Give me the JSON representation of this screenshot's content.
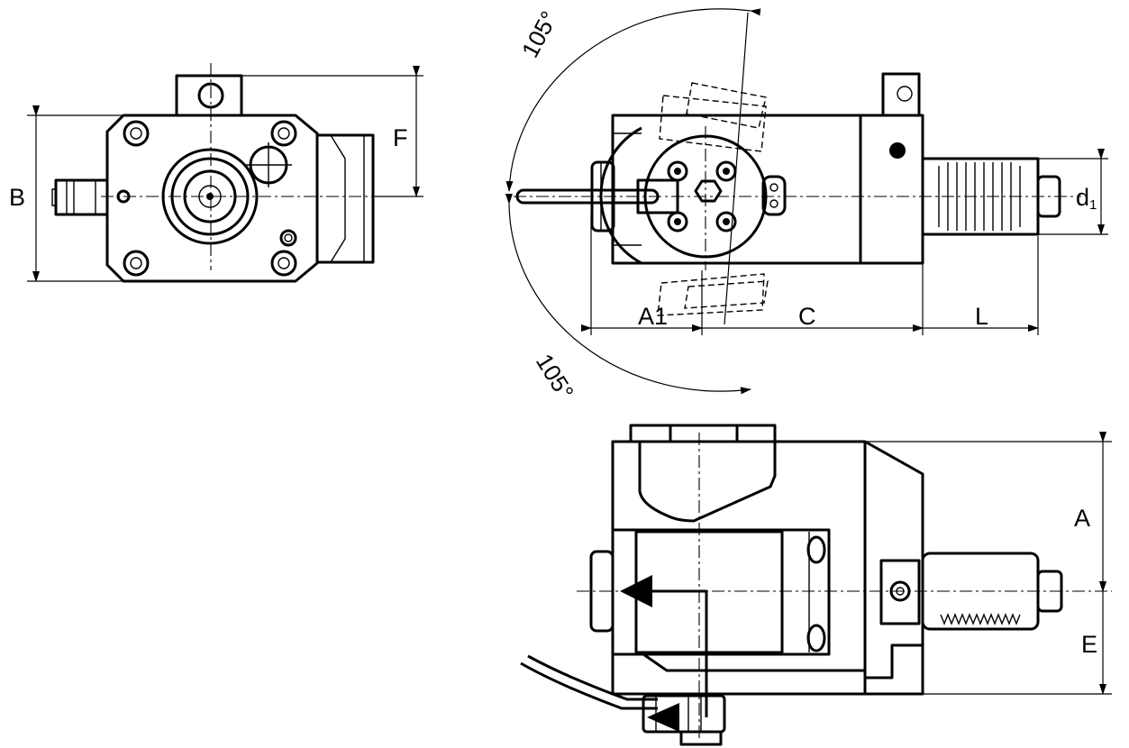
{
  "dimension_labels": {
    "B": "B",
    "F": "F",
    "A1": "A1",
    "C": "C",
    "L": "L",
    "d_main": "d",
    "d_sub": "1",
    "A": "A",
    "E": "E"
  },
  "angles": {
    "upper": "105°",
    "lower": "105°"
  }
}
